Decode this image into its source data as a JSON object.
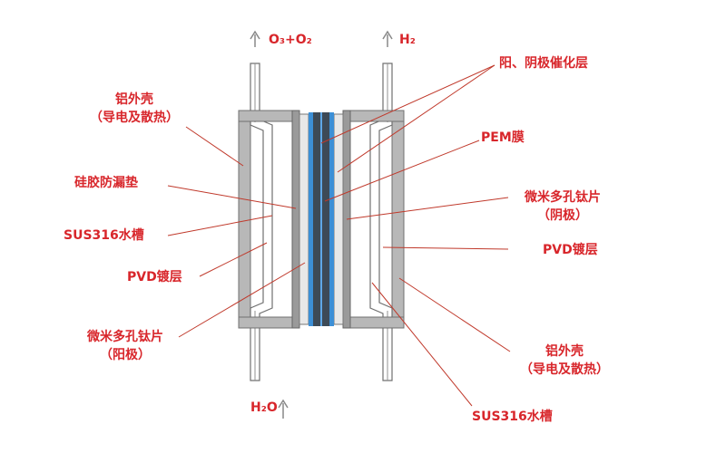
{
  "flows": {
    "top_left": "O₃+O₂",
    "top_right": "H₂",
    "bottom_left": "H₂O"
  },
  "labels": {
    "al_shell_left_1": "铝外壳",
    "al_shell_left_2": "（导电及散热）",
    "silicone_gasket": "硅胶防漏垫",
    "sus316_left": "SUS316水槽",
    "pvd_left": "PVD镀层",
    "ti_left_1": "微米多孔钛片",
    "ti_left_2": "（阳极）",
    "catalyst": "阳、阴极催化层",
    "pem": "PEM膜",
    "ti_right_1": "微米多孔钛片",
    "ti_right_2": "（阴极）",
    "pvd_right": "PVD镀层",
    "al_shell_right_1": "铝外壳",
    "al_shell_right_2": "（导电及散热）",
    "sus316_right": "SUS316水槽"
  },
  "colors": {
    "label": "#d8262b",
    "leader_line": "#c0392b",
    "shell_gray": "#b8b8b8",
    "membrane_dark": "#3d4a57",
    "membrane_blue": "#3c8fd6",
    "ti_light": "#e8e8e8"
  }
}
